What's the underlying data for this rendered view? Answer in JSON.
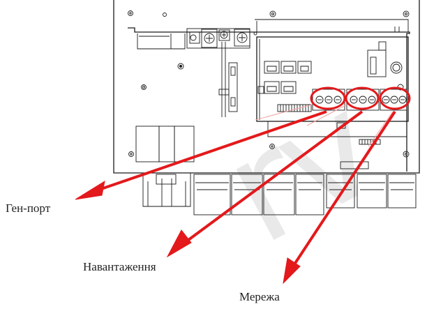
{
  "labels": {
    "gen_port": "Ген-порт",
    "load": "Навантаження",
    "grid": "Мережа"
  },
  "colors": {
    "highlight": "#e3191c",
    "line": "#1a1a1a",
    "background": "#ffffff"
  },
  "icons": [
    "arrow-icon",
    "terminal-screw-icon",
    "ground-symbol-icon",
    "cable-gland-icon"
  ]
}
